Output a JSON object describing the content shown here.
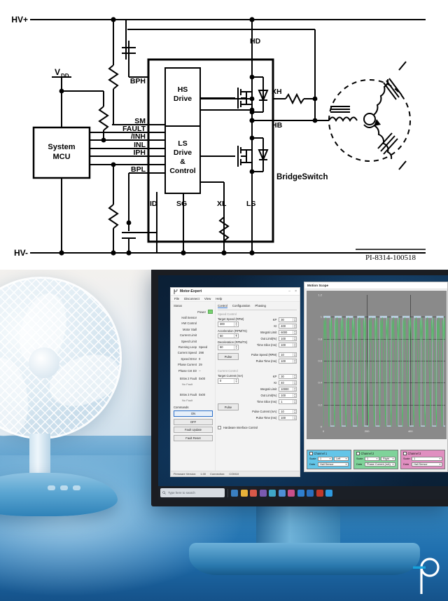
{
  "schematic": {
    "rails": {
      "top": "HV+",
      "bottom": "HV-"
    },
    "supply_label": "V",
    "supply_sub": "DD",
    "mcu": {
      "line1": "System",
      "line2": "MCU"
    },
    "blocks": {
      "hs_drive_line1": "HS",
      "hs_drive_line2": "Drive",
      "ls_drive_line1": "LS",
      "ls_drive_line2": "Drive",
      "ls_drive_line3": "&",
      "ls_drive_line4": "Control"
    },
    "device_name": "BridgeSwitch",
    "pins_left": [
      "BPH",
      "SM",
      "FAULT",
      "/INH",
      "INL",
      "IPH",
      "BPL"
    ],
    "pins_bottom": [
      "ID",
      "SG",
      "XL",
      "LS"
    ],
    "pins_right": [
      "HD",
      "XH",
      "HB"
    ],
    "part_number": "PI-8314-100518"
  },
  "photo": {
    "app": {
      "title": "Motor-Expert",
      "menu": [
        "File",
        "Disconnect",
        "View",
        "Help"
      ],
      "status_section_label": "Status",
      "status_rows": [
        {
          "name": "Power",
          "value": "",
          "led": true
        },
        {
          "name": "Hall Sensor",
          "value": ""
        },
        {
          "name": "HW Control",
          "value": ""
        },
        {
          "name": "Motor Stall",
          "value": ""
        },
        {
          "name": "Current Limit",
          "value": ""
        },
        {
          "name": "Speed Limit",
          "value": ""
        },
        {
          "name": "Running Loop",
          "value": "Speed"
        },
        {
          "name": "Current Speed",
          "value": "298"
        },
        {
          "name": "Speed Error",
          "value": "0"
        },
        {
          "name": "Phase Current",
          "value": "29"
        },
        {
          "name": "Phase Cnt Dir",
          "value": "--"
        }
      ],
      "faults": [
        {
          "name": "BrSw 2 Fault",
          "code": "0x00",
          "detail": "No Fault"
        },
        {
          "name": "BrSw 3 Fault",
          "code": "0x00",
          "detail": "No Fault"
        }
      ],
      "commands_label": "Commands",
      "commands": [
        "ON",
        "OFF",
        "Fault Update",
        "Fault Reset"
      ],
      "statusbar": {
        "firmware_label": "Firmware Version:",
        "firmware_value": "1.00",
        "connection_label": "Connection:",
        "connection_value": "COM10"
      },
      "tabs": [
        {
          "label": "Control",
          "active": true
        },
        {
          "label": "Configuration",
          "active": false
        },
        {
          "label": "Phasing",
          "active": false
        }
      ],
      "speed_group": {
        "group_title": "Speed Control",
        "fields": [
          {
            "label": "Target Speed (RPM)",
            "value": "300"
          },
          {
            "label": "Acceleration (RPM/TS)",
            "value": "50"
          },
          {
            "label": "Deceleration (RPM/TS)",
            "value": "50"
          }
        ],
        "params": [
          {
            "label": "KP",
            "value": "30"
          },
          {
            "label": "KI",
            "value": "400"
          },
          {
            "label": "Integral Limit",
            "value": "6000"
          },
          {
            "label": "Out Limit(%)",
            "value": "100"
          },
          {
            "label": "Time Slice (ms)",
            "value": "100"
          }
        ],
        "pulse_button": "Pulse",
        "pulse_params": [
          {
            "label": "Pulse Speed (RPM)",
            "value": "10"
          },
          {
            "label": "Pulse Time (ms)",
            "value": "100"
          }
        ]
      },
      "current_group": {
        "group_title": "Current Control",
        "fields": [
          {
            "label": "Target Current (mA)",
            "value": "0"
          }
        ],
        "params": [
          {
            "label": "KP",
            "value": "30"
          },
          {
            "label": "KI",
            "value": "40"
          },
          {
            "label": "Integral Limit",
            "value": "10000"
          },
          {
            "label": "Out Limit(%)",
            "value": "100"
          },
          {
            "label": "Time Slice (ms)",
            "value": "1"
          }
        ],
        "pulse_button": "Pulse",
        "pulse_params": [
          {
            "label": "Pulse Current (mA)",
            "value": "10"
          },
          {
            "label": "Pulse Time (ms)",
            "value": "100"
          }
        ]
      },
      "hw_checkbox_label": "Hardware Interface Control"
    },
    "scope": {
      "title": "Motion Scope",
      "channels": [
        {
          "name": "Channel 1",
          "checked": true,
          "scale_label": "Scale",
          "scale": "1",
          "side": "Left",
          "data_label": "Data",
          "data": "Hall Sensor"
        },
        {
          "name": "Channel 2",
          "checked": true,
          "scale_label": "Scale",
          "scale": "1",
          "side": "Right",
          "data_label": "Data",
          "data": "Phase Current (mA)"
        },
        {
          "name": "Channel 3",
          "checked": false,
          "scale_label": "Scale",
          "scale": "1",
          "side": "Left",
          "data_label": "Data",
          "data": "Hall Sensor"
        }
      ]
    },
    "taskbar": {
      "search_placeholder": "Type here to search"
    }
  },
  "chart_data": {
    "type": "line",
    "title": "Motion Scope",
    "xlabel": "",
    "ylabel": "",
    "ylim": [
      0,
      1.2
    ],
    "xlim": [
      0,
      560
    ],
    "yticks": [
      "0",
      "0.2",
      "0.4",
      "0.6",
      "0.8",
      "1",
      "1.2"
    ],
    "xticks": [
      "0",
      "200",
      "400"
    ],
    "grid": true,
    "legend_position": "bottom",
    "series": [
      {
        "name": "Hall Sensor",
        "color": "#b9cfe0",
        "shape": "square-wave",
        "period": 52,
        "duty": 0.62,
        "high": 1.0,
        "low": 0.0
      },
      {
        "name": "Phase Current (mA)",
        "color": "#3fcc5a",
        "shape": "sawtooth-ripple",
        "period": 26,
        "peak": 1.0,
        "trough": 0.0
      }
    ]
  }
}
